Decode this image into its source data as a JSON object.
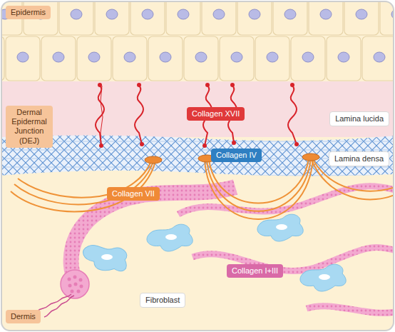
{
  "diagram": {
    "nodes": [
      {
        "text": [
          "Epidermis"
        ]
      },
      {
        "text": [
          "Collagen XVII"
        ]
      },
      {
        "text": [
          "Lamina lucida"
        ]
      },
      {
        "text": [
          "Dermal Epidermal Junction (DEJ)"
        ]
      },
      {
        "text": [
          "Collagen IV"
        ]
      },
      {
        "text": [
          "Lamina densa"
        ]
      },
      {
        "text": [
          "Collagen VII"
        ]
      },
      {
        "text": [
          "Collagen I+III"
        ]
      },
      {
        "text": [
          "Fibroblast"
        ]
      },
      {
        "text": [
          "Dermis"
        ]
      }
    ]
  }
}
